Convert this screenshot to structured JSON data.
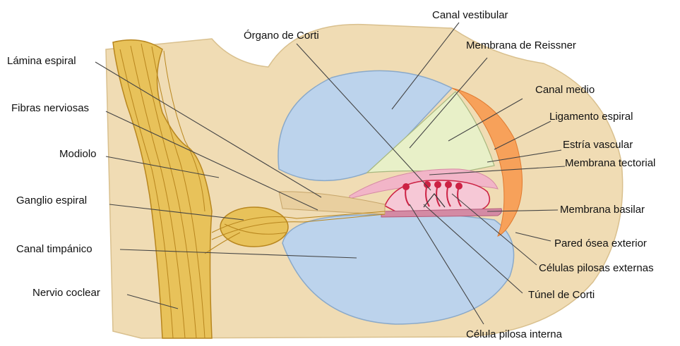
{
  "diagram": {
    "labels": {
      "canal_vestibular": "Canal vestibular",
      "organo_de_corti": "Órgano de Corti",
      "membrana_reissner": "Membrana de Reissner",
      "lamina_espiral": "Lámina espiral",
      "canal_medio": "Canal medio",
      "fibras_nerviosas": "Fibras nerviosas",
      "ligamento_espiral": "Ligamento espiral",
      "modiolo": "Modiolo",
      "estria_vascular": "Estría vascular",
      "membrana_tectorial": "Membrana tectorial",
      "ganglio_espiral": "Ganglio espiral",
      "membrana_basilar": "Membrana basilar",
      "canal_timpanico": "Canal timpánico",
      "pared_osea_exterior": "Pared ósea exterior",
      "celulas_pilosas_externas": "Células pilosas externas",
      "nervio_coclear": "Nervio coclear",
      "tunel_de_corti": "Túnel de Corti",
      "celula_pilosa_interna": "Célula pilosa interna"
    },
    "colors": {
      "bone": "#f0dcb4",
      "fluid": "#bcd3ec",
      "canal_medio": "#e8f0c8",
      "ligament": "#f7a15a",
      "tectorial": "#f2b5c8",
      "basilar": "#d48aa4",
      "hair_cells": "#cc2244",
      "nerve": "#e8c25a",
      "nerve_dark": "#b8861e"
    }
  }
}
